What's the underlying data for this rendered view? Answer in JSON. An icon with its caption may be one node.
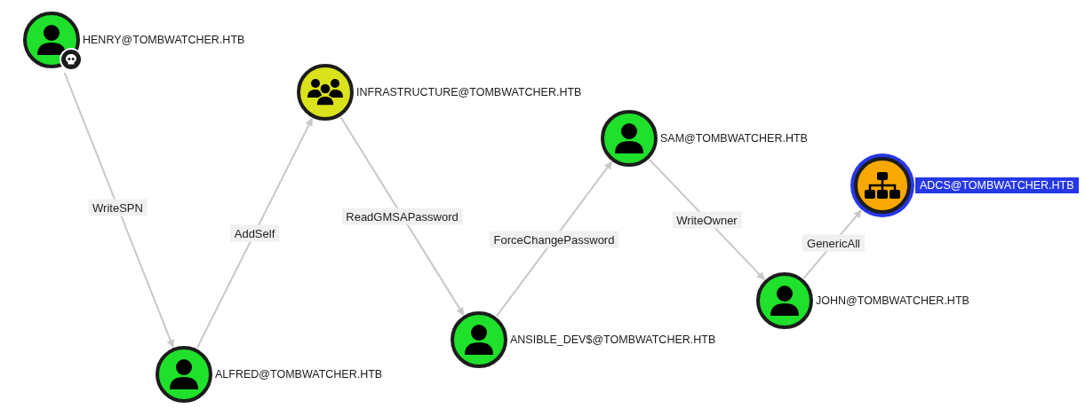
{
  "diagram": {
    "nodes": [
      {
        "text": [],
        "shape": "circle",
        "beside": [
          "HENRY@TOMBWATCHER.HTB"
        ]
      },
      {
        "text": [],
        "shape": "circle",
        "beside": [
          "ALFRED@TOMBWATCHER.HTB"
        ]
      },
      {
        "text": [],
        "shape": "circle",
        "beside": [
          "INFRASTRUCTURE@TOMBWATCHER.HTB"
        ]
      },
      {
        "text": [],
        "shape": "circle",
        "beside": [
          "ANSIBLE_DEV$@TOMBWATCHER.HTB"
        ]
      },
      {
        "text": [],
        "shape": "circle",
        "beside": [
          "SAM@TOMBWATCHER.HTB"
        ]
      },
      {
        "text": [],
        "shape": "circle",
        "beside": [
          "JOHN@TOMBWATCHER.HTB"
        ]
      },
      {
        "text": [],
        "shape": "circle",
        "beside": [
          "ADCS@TOMBWATCHER.HTB"
        ]
      }
    ],
    "edges": [
      {
        "from": 0,
        "to": 1,
        "arrow": "to",
        "label": "WriteSPN"
      },
      {
        "from": 1,
        "to": 2,
        "arrow": "to",
        "label": "AddSelf"
      },
      {
        "from": 2,
        "to": 3,
        "arrow": "to",
        "label": "ReadGMSAPassword"
      },
      {
        "from": 3,
        "to": 4,
        "arrow": "to",
        "label": "ForceChangePassword"
      },
      {
        "from": 4,
        "to": 5,
        "arrow": "to",
        "label": "WriteOwner"
      },
      {
        "from": 5,
        "to": 6,
        "arrow": "to",
        "label": "GenericAll"
      }
    ]
  }
}
